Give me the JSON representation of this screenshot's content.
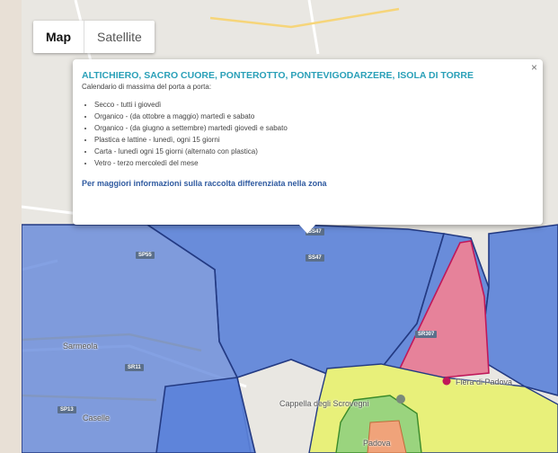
{
  "map_type": {
    "map_label": "Map",
    "satellite_label": "Satellite"
  },
  "popup": {
    "close_glyph": "×",
    "title": "ALTICHIERO, SACRO CUORE, PONTEROTTO, PONTEVIGODARZERE, ISOLA DI TORRE",
    "subtitle": "Calendario di massima del porta a porta:",
    "items": [
      "Secco - tutti i giovedì",
      "Organico - (da ottobre a maggio) martedì e sabato",
      "Organico - (da giugno a settembre) martedì giovedì e sabato",
      "Plastica e lattine - lunedì, ogni 15 giorni",
      "Carta - lunedì ogni 15 giorni (alternato con plastica)",
      "Vetro - terzo mercoledì del mese"
    ],
    "link_text": "Per maggiori informazioni sulla raccolta differenziata nella zona"
  },
  "places": {
    "sarmeola": "Sarmeola",
    "caselle": "Caselle",
    "cappella": "Cappella degli Scrovegni",
    "fiera": "Fiera di Padova",
    "padova": "Padova"
  },
  "shields": {
    "sp55": "SP55",
    "sr11": "SR11",
    "sp13": "SP13",
    "sp47a": "SS47",
    "sp47b": "SS47",
    "sr307": "SR307"
  },
  "colors": {
    "zone_blue": "#5b82d9",
    "zone_pink": "#e6829a",
    "zone_yellow": "#e8f07a",
    "zone_green": "#9ad47e",
    "zone_border": "#233a82",
    "pink_border": "#c0185a"
  }
}
